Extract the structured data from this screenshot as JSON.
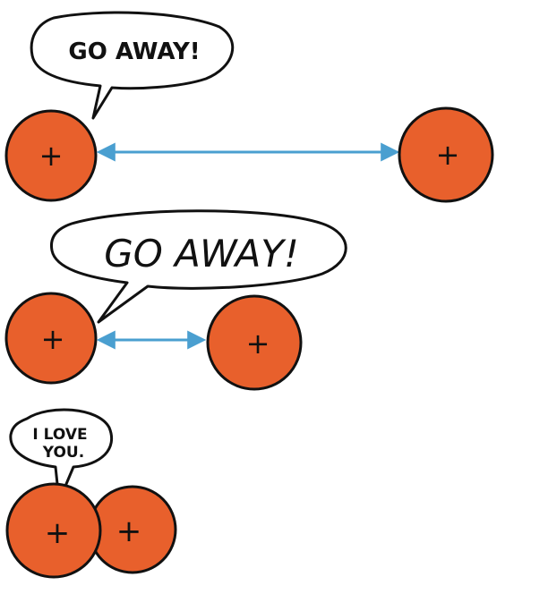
{
  "panels": [
    {
      "speech": "GO AWAY!"
    },
    {
      "speech": "GO AWAY!"
    },
    {
      "speech_lines": [
        "I LOVE",
        "YOU."
      ]
    }
  ],
  "charge_symbol": "+",
  "colors": {
    "particle_fill": "#e8602c",
    "particle_outline": "#111111",
    "arrow": "#4a9fd0",
    "bubble_fill": "#ffffff",
    "bubble_outline": "#111111"
  }
}
